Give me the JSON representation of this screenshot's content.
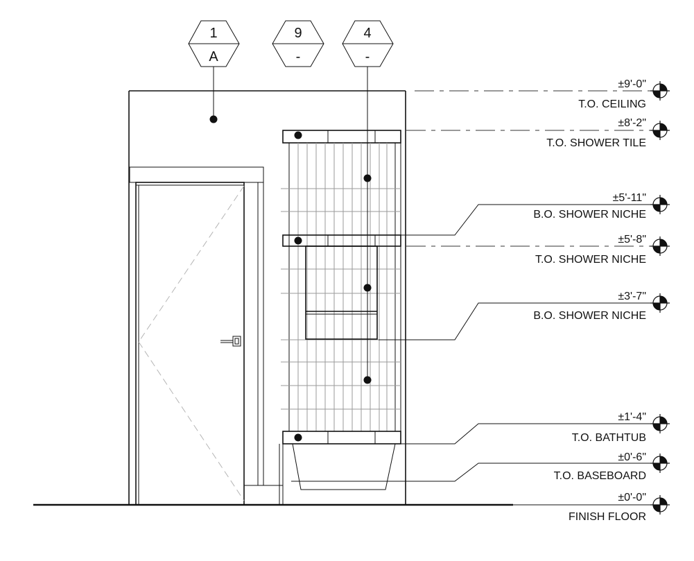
{
  "tags": [
    {
      "top": "1",
      "bottom": "A"
    },
    {
      "top": "9",
      "bottom": "-"
    },
    {
      "top": "4",
      "bottom": "-"
    }
  ],
  "levels": [
    {
      "value": "±9'-0\"",
      "name": "T.O. CEILING"
    },
    {
      "value": "±8'-2\"",
      "name": "T.O. SHOWER TILE"
    },
    {
      "value": "±5'-11\"",
      "name": "B.O. SHOWER NICHE"
    },
    {
      "value": "±5'-8\"",
      "name": "T.O. SHOWER NICHE"
    },
    {
      "value": "±3'-7\"",
      "name": "B.O. SHOWER NICHE"
    },
    {
      "value": "±1'-4\"",
      "name": "T.O. BATHTUB"
    },
    {
      "value": "±0'-6\"",
      "name": "T.O. BASEBOARD"
    },
    {
      "value": "±0'-0\"",
      "name": "FINISH FLOOR"
    }
  ]
}
